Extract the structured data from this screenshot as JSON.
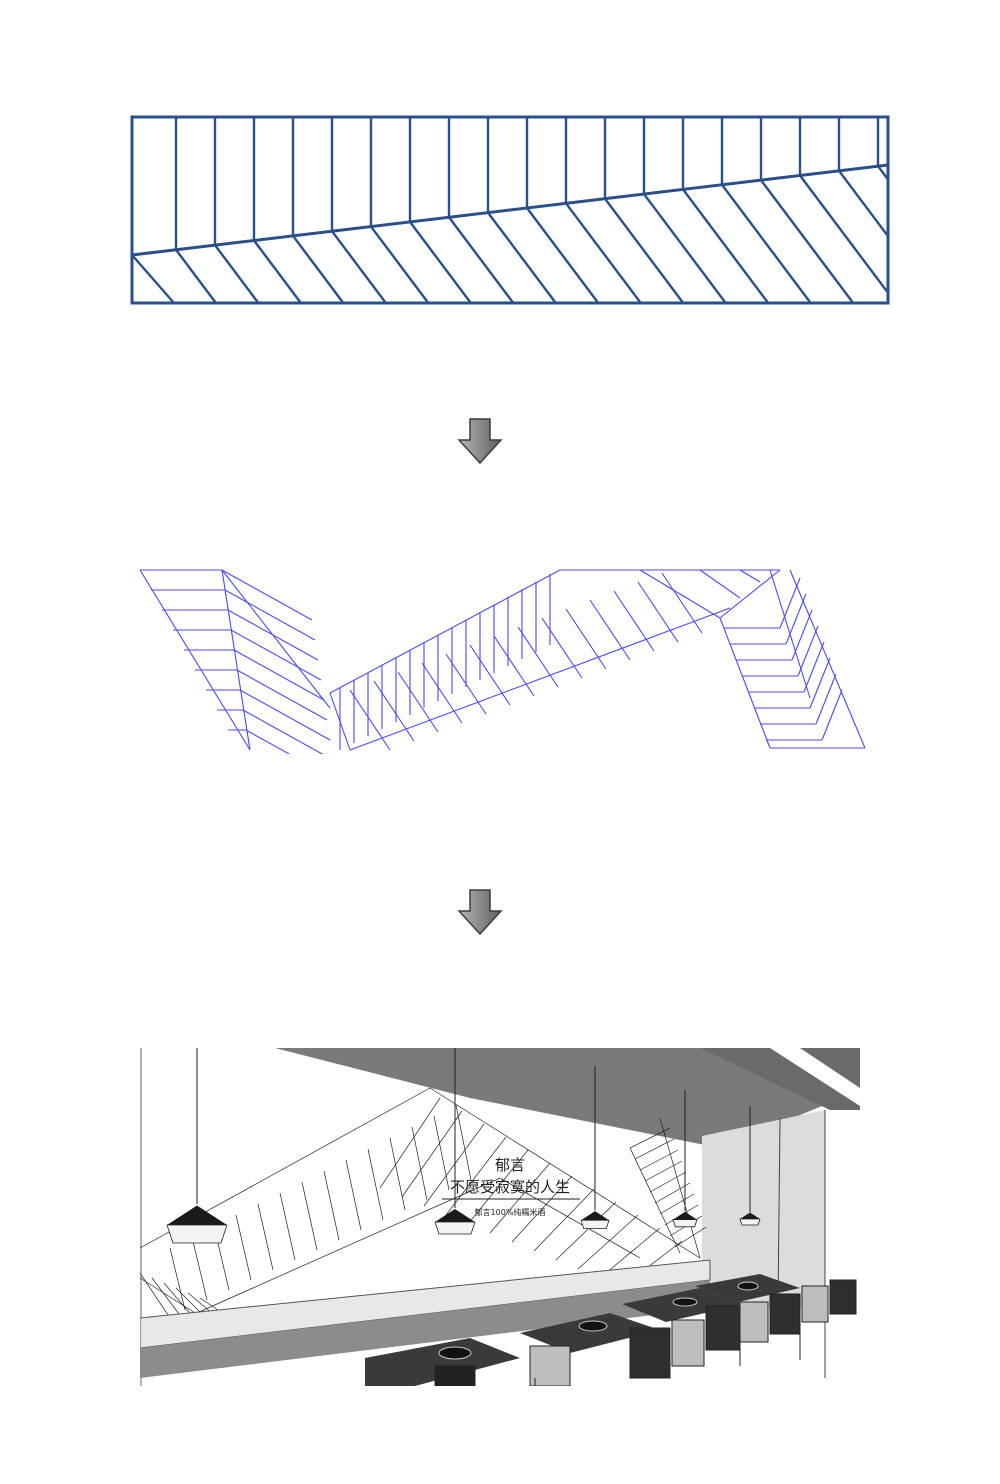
{
  "figure": {
    "steps": [
      {
        "id": "flat-pattern",
        "stroke_color": "#2a4f8a"
      },
      {
        "id": "folded-wall-pattern",
        "stroke_color": "#4a4af0"
      },
      {
        "id": "interior-rendering",
        "stroke_color": "#222222"
      }
    ],
    "arrow_color": "#7a7a7a",
    "wall_sign": {
      "title": "郁言",
      "slogan": "不愿受寂寞的人生",
      "subline": "郁言100%纯糯米酒"
    }
  }
}
